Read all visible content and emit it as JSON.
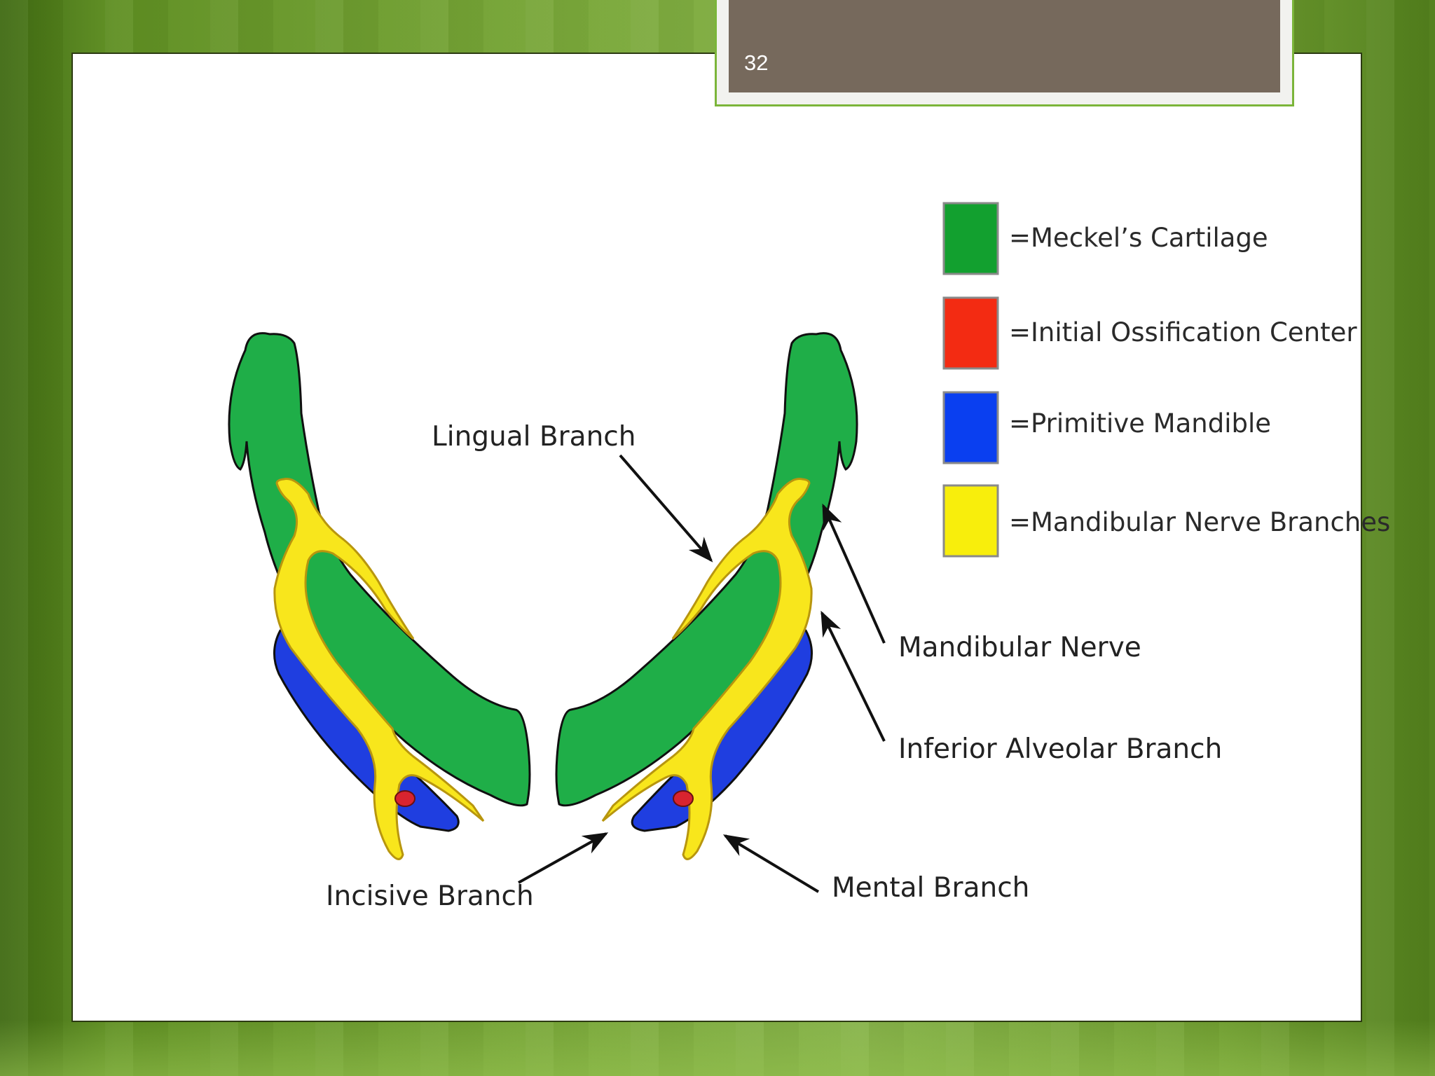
{
  "slide": {
    "number": "32"
  },
  "colors": {
    "cartilage": "#1fae48",
    "ossification": "#f32b12",
    "mandible": "#1f3ee0",
    "nerve": "#f8e61c",
    "nerve_outline": "#b8960e",
    "ossification_spot": "#d8242f"
  },
  "legend": [
    {
      "label": "=Meckel’s Cartilage",
      "color": "#12a02f"
    },
    {
      "label": "=Initial Ossification Center",
      "color": "#f32b12"
    },
    {
      "label": "=Primitive Mandible",
      "color": "#0a3ff0"
    },
    {
      "label": "=Mandibular Nerve Branches",
      "color": "#f8ee0c"
    }
  ],
  "labels": {
    "lingual_branch": "Lingual Branch",
    "mandibular_nerve": "Mandibular Nerve",
    "inferior_alveolar_branch": "Inferior Alveolar Branch",
    "incisive_branch": "Incisive Branch",
    "mental_branch": "Mental Branch"
  }
}
